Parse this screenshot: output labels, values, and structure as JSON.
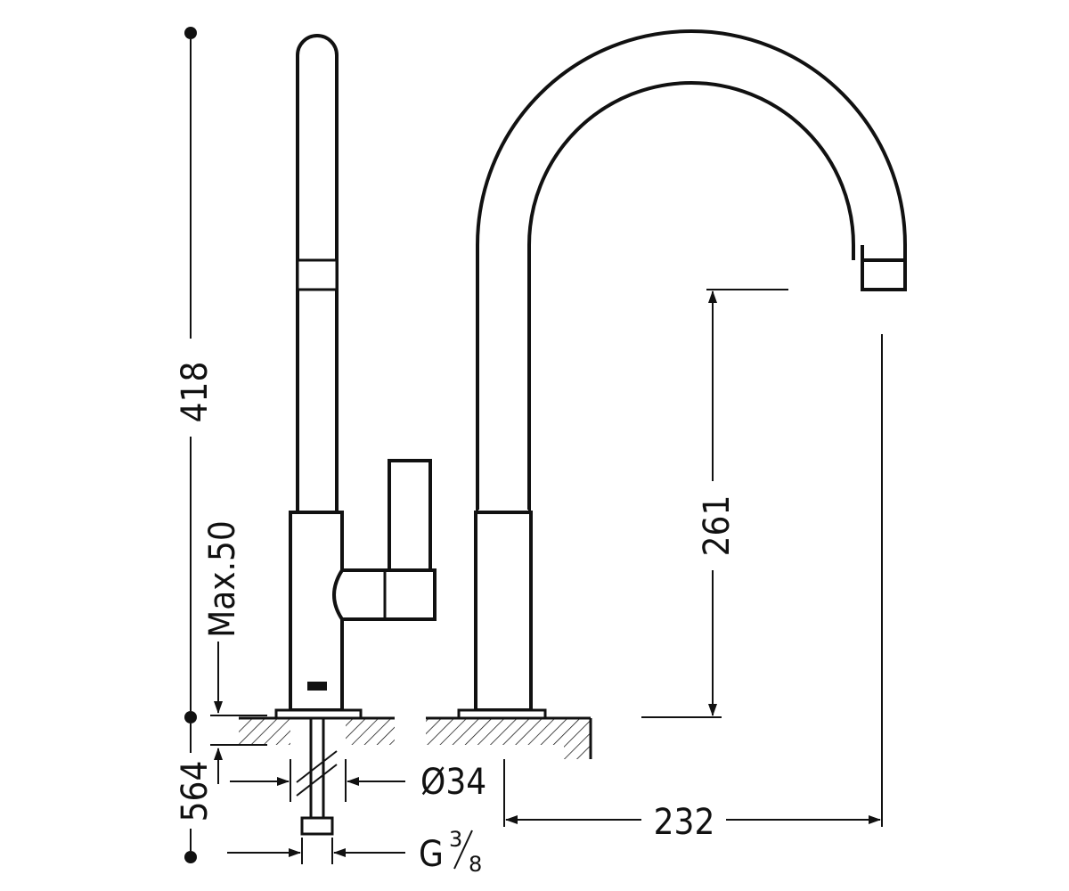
{
  "dimensions": {
    "overall_height": "418",
    "max_thickness": "Max.50",
    "below_counter": "564",
    "spout_height": "261",
    "spout_reach": "232",
    "hole_diameter": "Ø34",
    "connection_thread": "G",
    "thread_num": "3",
    "thread_den": "8"
  },
  "colors": {
    "line": "#111111",
    "background": "#ffffff"
  }
}
